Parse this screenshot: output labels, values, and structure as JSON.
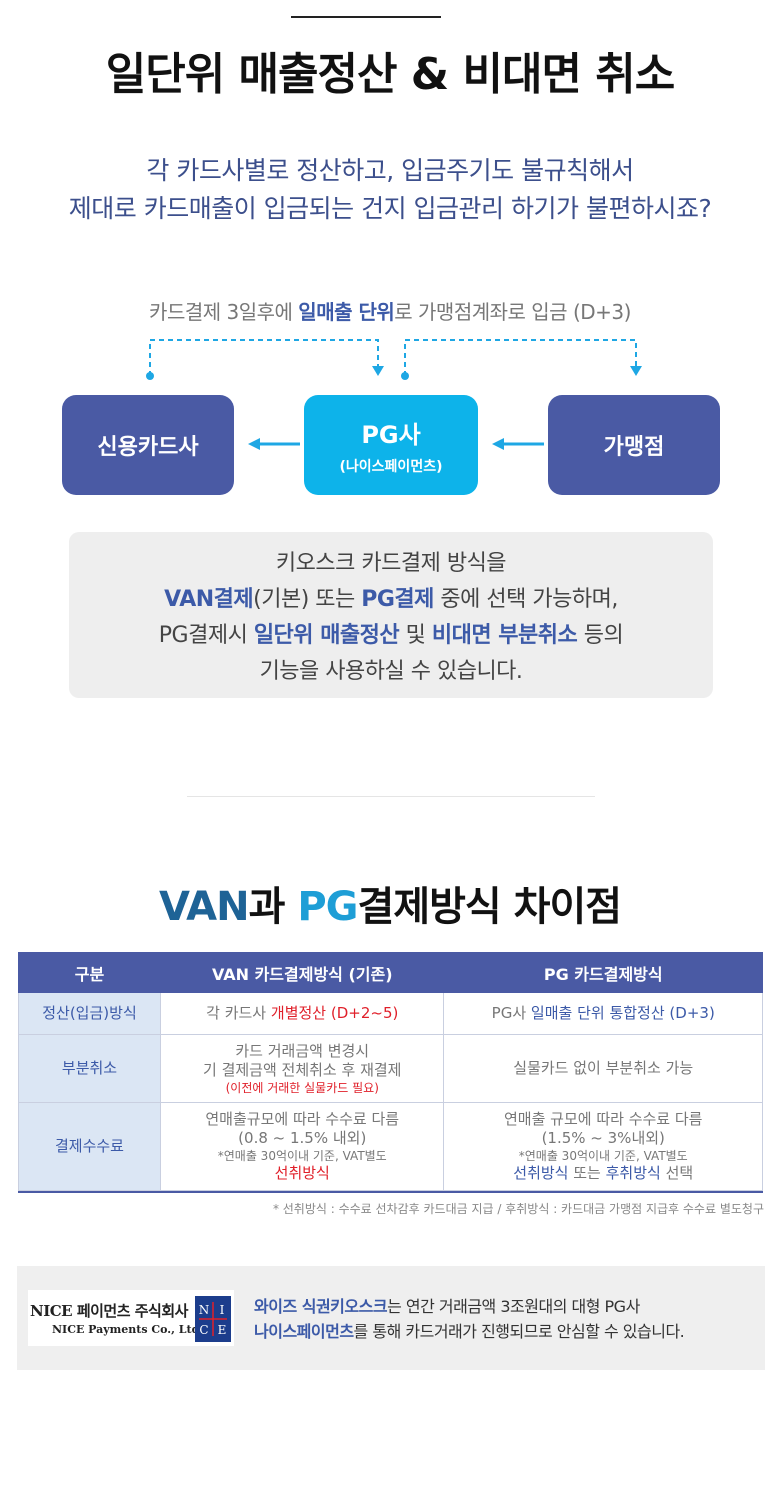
{
  "header": {
    "title": "일단위 매출정산 & 비대면 취소"
  },
  "lead": {
    "line1": "각 카드사별로 정산하고, 입금주기도 불규칙해서",
    "line2": "제대로 카드매출이 입금되는 건지 입금관리 하기가 불편하시죠?"
  },
  "flow": {
    "caption_pre": "카드결제 3일후에 ",
    "caption_hl": "일매출 단위",
    "caption_post": "로 가맹점계좌로 입금 (D+3)",
    "node_card": "신용카드사",
    "node_pg": "PG사",
    "node_pg_sub": "(나이스페이먼츠)",
    "node_merchant": "가맹점"
  },
  "info": {
    "line1": "키오스크 카드결제 방식을",
    "line2_b1": "VAN결제",
    "line2_t1": "(기본) 또는 ",
    "line2_b2": "PG결제",
    "line2_t2": " 중에 선택 가능하며,",
    "line3_t1": "PG결제시 ",
    "line3_b1": "일단위 매출정산",
    "line3_t2": " 및 ",
    "line3_b2": "비대면 부분취소",
    "line3_t3": " 등의",
    "line4": "기능을 사용하실 수 있습니다."
  },
  "compare": {
    "title_van": "VAN",
    "title_mid": "과 ",
    "title_pg": "PG",
    "title_rest": "결제방식 차이점",
    "headers": [
      "구분",
      "VAN 카드결제방식 (기존)",
      "PG 카드결제방식"
    ],
    "row1": {
      "label": "정산(입금)방식",
      "van_t": "각 카드사 ",
      "van_hl": "개별정산 (D+2~5)",
      "pg_t": "PG사 ",
      "pg_hl": "일매출 단위 통합정산 (D+3)"
    },
    "row2": {
      "label": "부분취소",
      "van_l1": "카드 거래금액 변경시",
      "van_l2": "기 결제금액 전체취소 후 재결제",
      "van_note": "(이전에 거래한 실물카드 필요)",
      "pg": "실물카드 없이 부분취소 가능"
    },
    "row3": {
      "label": "결제수수료",
      "van_l1": "연매출규모에 따라 수수료 다름",
      "van_l2": "(0.8 ~ 1.5% 내외)",
      "van_note": "*연매출 30억이내 기준, VAT별도",
      "van_hl": "선취방식",
      "pg_l1": "연매출 규모에 따라 수수료 다름",
      "pg_l2": "(1.5% ~ 3%내외)",
      "pg_note": "*연매출 30억이내 기준, VAT별도",
      "pg_hl1": "선취방식",
      "pg_t": " 또는 ",
      "pg_hl2": "후취방식",
      "pg_t2": " 선택"
    },
    "footnote": "* 선취방식 : 수수료 선차감후 카드대금 지급 / 후취방식 : 카드대금 가맹점 지급후 수수료 별도청구"
  },
  "nice": {
    "logo_ko": "NICE 페이먼츠 주식회사",
    "logo_en": "NICE Payments Co., Ltd.",
    "mark_letters": [
      "N",
      "I",
      "C",
      "E"
    ],
    "line1_b": "와이즈 식권키오스크",
    "line1_t": "는 연간 거래금액 3조원대의 대형 PG사",
    "line2_b": "나이스페이먼츠",
    "line2_t": "를 통해 카드거래가 진행되므로 안심할 수 있습니다."
  },
  "colors": {
    "navy": "#4a5aa4",
    "cyan": "#0db3ea",
    "accent_blue": "#3c5aa8",
    "red": "#e0202a"
  }
}
